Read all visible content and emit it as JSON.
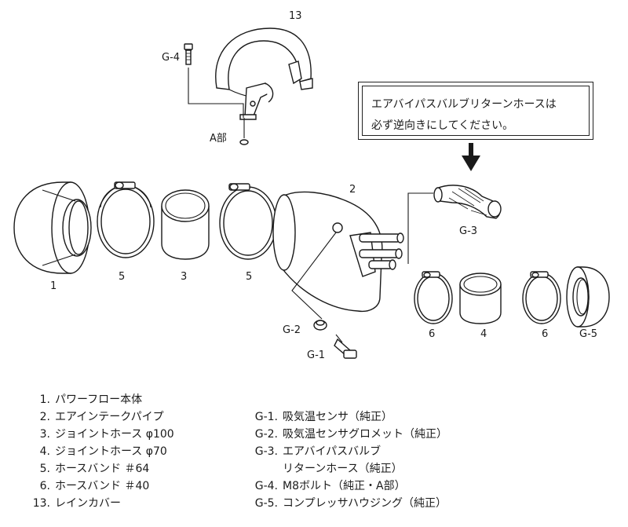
{
  "diagram": {
    "labels": {
      "rain_cover": "13",
      "bolt": "G-4",
      "part_a": "A部",
      "pipe": "2",
      "bypass_hose": "G-3",
      "air_flow_body": "1",
      "band_left": "5",
      "hose_100": "3",
      "band_right": "5",
      "grommet": "G-2",
      "sensor": "G-1",
      "band_small_left": "6",
      "hose_70": "4",
      "band_small_right": "6",
      "housing": "G-5"
    },
    "note": {
      "line1": "エアバイパスバルブリターンホースは",
      "line2": "必ず逆向きにしてください。"
    }
  },
  "legend": {
    "left": [
      {
        "num": "1.",
        "text": "パワーフロー本体"
      },
      {
        "num": "2.",
        "text": "エアインテークパイプ"
      },
      {
        "num": "3.",
        "text": "ジョイントホース φ100"
      },
      {
        "num": "4.",
        "text": "ジョイントホース φ70"
      },
      {
        "num": "5.",
        "text": "ホースバンド ＃64"
      },
      {
        "num": "6.",
        "text": "ホースバンド ＃40"
      },
      {
        "num": "13.",
        "text": "レインカバー"
      }
    ],
    "right": [
      {
        "num": "G-1.",
        "text": "吸気温センサ（純正）"
      },
      {
        "num": "G-2.",
        "text": "吸気温センサグロメット（純正）"
      },
      {
        "num": "G-3.",
        "text": "エアバイパスバルブ"
      },
      {
        "num": "",
        "text": "リターンホース（純正）"
      },
      {
        "num": "G-4.",
        "text": "M8ボルト（純正・A部）"
      },
      {
        "num": "G-5.",
        "text": "コンプレッサハウジング（純正）"
      }
    ]
  }
}
